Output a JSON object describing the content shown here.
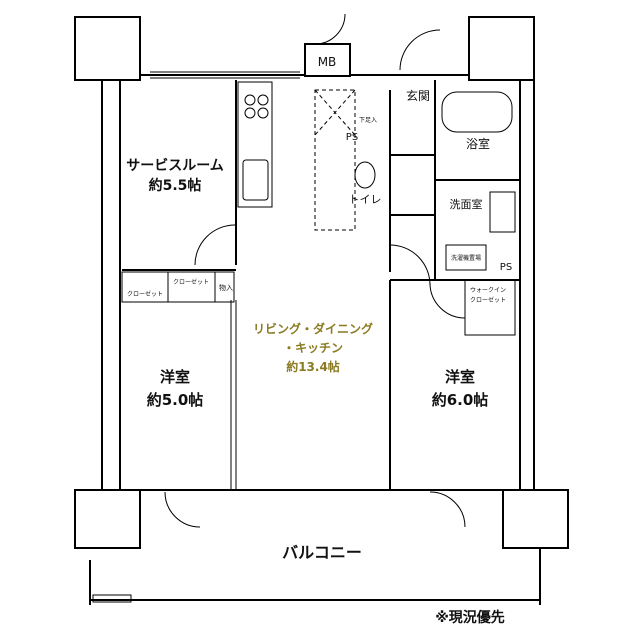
{
  "rooms": {
    "service_room": {
      "line1": "サービスルーム",
      "line2": "約5.5帖"
    },
    "western_left": {
      "line1": "洋室",
      "line2": "約5.0帖"
    },
    "ldk": {
      "line1": "リビング・ダイニング",
      "line2": "・キッチン",
      "line3": "約13.4帖"
    },
    "western_right": {
      "line1": "洋室",
      "line2": "約6.0帖"
    },
    "entrance": "玄関",
    "bath": "浴室",
    "toilet": "トイレ",
    "washroom": "洗面室",
    "balcony": "バルコニー"
  },
  "labels": {
    "mb": "MB",
    "ps1": "PS",
    "ps2": "PS",
    "shoe_box": "下足入",
    "closet_a": "クローゼット",
    "closet_b": "クローゼット",
    "storage": "物入",
    "laundry": "洗濯機置場",
    "walkin_1": "ウォークイン",
    "walkin_2": "クローゼット"
  },
  "note": "※現況優先",
  "colors": {
    "ldk_text": "#8a7a22",
    "line": "#000000"
  }
}
